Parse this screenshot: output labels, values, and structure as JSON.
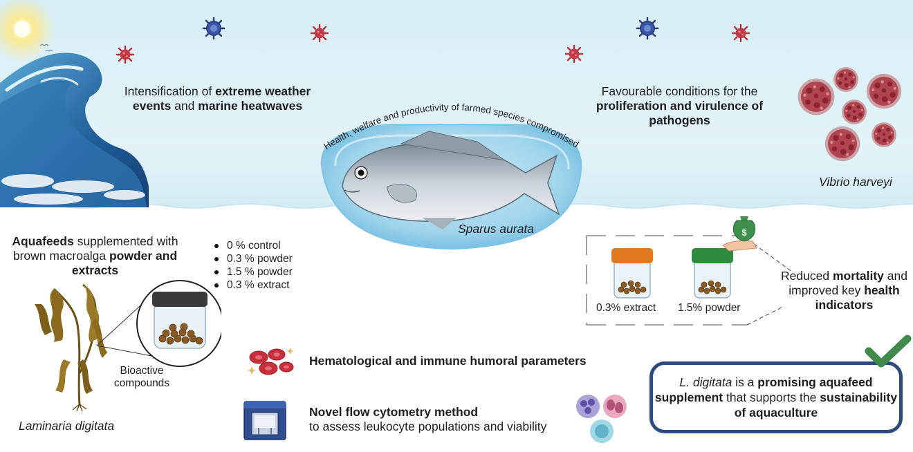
{
  "top_left": {
    "pre": "Intensification of ",
    "b1": "extreme weather events",
    "mid": " and ",
    "b2": "marine heatwaves"
  },
  "arc_text": "Health, welfare and productivity of farmed species compromised",
  "fish_label": "Sparus aurata",
  "top_right": {
    "line1": "Favourable conditions for the",
    "bold": "proliferation and virulence of pathogens"
  },
  "pathogen_label": "Vibrio harveyi",
  "aquafeeds": {
    "b1": "Aquafeeds",
    "mid": " supplemented with brown macroalga ",
    "b2": "powder and extracts"
  },
  "treatments": [
    "0 % control",
    "0.3 % powder",
    "1.5 % powder",
    "0.3 % extract"
  ],
  "bioactive": "Bioactive compounds",
  "alga_label": "Laminaria digitata",
  "hematology": "Hematological and immune humoral parameters",
  "flow": {
    "bold": "Novel flow cytometry method",
    "rest": "to assess leukocyte populations and viability"
  },
  "jars": [
    {
      "label": "0.3% extract",
      "lid_color": "#e07a1f"
    },
    {
      "label": "1.5% powder",
      "lid_color": "#2e8b3e"
    }
  ],
  "outcome": {
    "pre": "Reduced ",
    "b1": "mortality",
    "mid": " and improved key ",
    "b2": "health indicators"
  },
  "conclusion": {
    "italic": "L. digitata",
    "t1": " is a ",
    "b1": "promising aquafeed supplement",
    "t2": " that supports the ",
    "b2": "sustainability of aquaculture"
  },
  "colors": {
    "sky": "#d9f0f7",
    "virus": "#b8323c",
    "conclusion_border": "#2e4a7e",
    "check": "#3f8a4a"
  }
}
